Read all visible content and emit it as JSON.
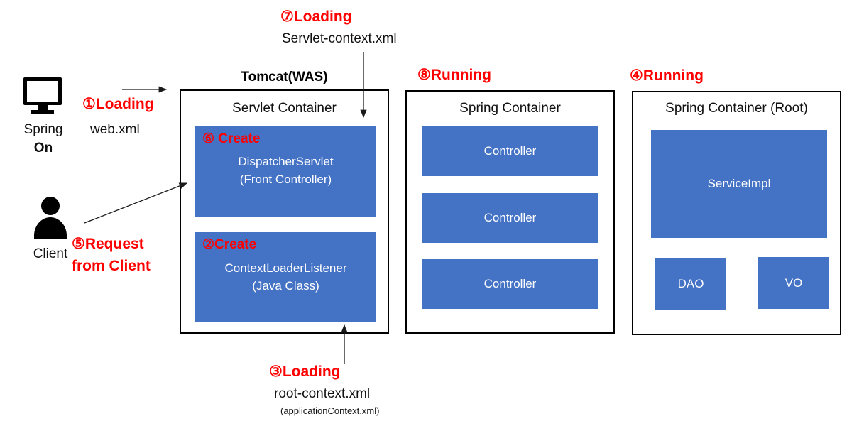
{
  "colors": {
    "accent_blue": "#4472C4",
    "step_red": "#FF0000",
    "box_border": "#000000",
    "box_text_white": "#FFFFFF"
  },
  "actors": {
    "spring_on": {
      "line1": "Spring",
      "line2": "On"
    },
    "client": {
      "label": "Client"
    }
  },
  "steps": {
    "s1": {
      "label": "①Loading",
      "file": "web.xml"
    },
    "s3": {
      "label": "③Loading",
      "file": "root-context.xml",
      "file_alt": "(applicationContext.xml)"
    },
    "s5": {
      "line1": "⑤Request",
      "line2": "from Client"
    },
    "s7": {
      "label": "⑦Loading",
      "file": "Servlet-context.xml"
    },
    "s8": {
      "label": "⑧Running"
    },
    "s4": {
      "label": "④Running"
    }
  },
  "tomcat": {
    "title": "Tomcat(WAS)",
    "container_title": "Servlet Container",
    "dispatcher": {
      "step": "⑥ Create",
      "name": "DispatcherServlet",
      "detail": "(Front Controller)"
    },
    "listener": {
      "step": "②Create",
      "name": "ContextLoaderListener",
      "detail": "(Java Class)"
    }
  },
  "spring_container": {
    "title": "Spring Container",
    "controllers": [
      "Controller",
      "Controller",
      "Controller"
    ]
  },
  "spring_root": {
    "title": "Spring Container (Root)",
    "service_impl": "ServiceImpl",
    "dao": "DAO",
    "vo": "VO"
  }
}
